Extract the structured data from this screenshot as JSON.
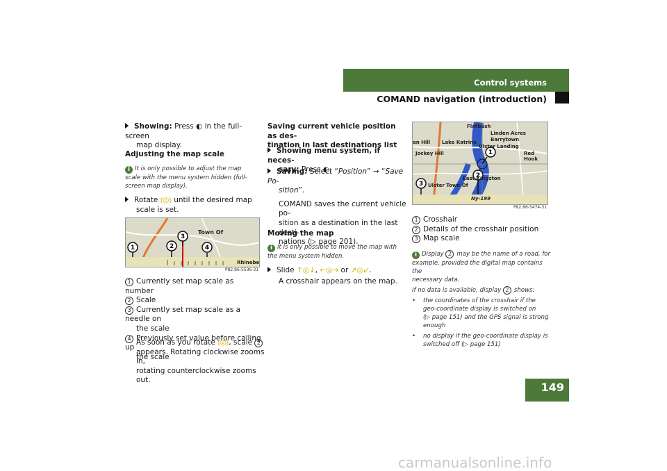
{
  "header": {
    "section": "Control systems",
    "title": "COMAND navigation (introduction)"
  },
  "page_number": "149",
  "col1": {
    "showing_label": "Showing:",
    "showing_text": "Press",
    "showing_text2": "in the full-screen",
    "showing_text3": "map display.",
    "heading": "Adjusting the map scale",
    "note": "It is only possible to adjust the map scale with the menu system hidden (full-screen map display).",
    "rotate_1": "Rotate",
    "rotate_2": "until the desired map",
    "rotate_3": "scale is set.",
    "figure_code": "P82.86-5536-31",
    "legend": [
      {
        "n": "1",
        "text": "Currently set map scale as number"
      },
      {
        "n": "2",
        "text": "Scale"
      },
      {
        "n": "3",
        "text": "Currently set map scale as a needle on"
      },
      {
        "n": "",
        "text": "the scale"
      },
      {
        "n": "4",
        "text": "Previously set value before calling up"
      },
      {
        "n": "",
        "text": "the scale"
      }
    ],
    "para_1": "As soon as you rotate",
    "para_2": ", scale",
    "para_3": "appears. Rotating clockwise zooms in,",
    "para_4": "rotating counterclockwise zooms out.",
    "map": {
      "town": "Town Of",
      "rhine": "Rhinebec"
    }
  },
  "col2": {
    "heading_1": "Saving current vehicle position as des-",
    "heading_2": "tination in last destinations list",
    "step1_1": "Showing menu system, if neces-",
    "step1_2": "sary:",
    "step1_3": "Press",
    "step2_label": "Saving:",
    "step2_1": "Select “",
    "step2_pos": "Position",
    "step2_2": "” → “",
    "step2_save": "Save Po-",
    "step2_3": "sition",
    "step2_4": "”.",
    "step2_p1": "COMAND saves the current vehicle po-",
    "step2_p2": "sition as a destination in the last desti-",
    "step2_p3": "nations (▷ page 201).",
    "heading_move": "Moving the map",
    "note_move": "It is only possible to move the map with the menu system hidden.",
    "slide_1": "Slide",
    "slide_2": ",",
    "slide_3": "or",
    "slide_4": ".",
    "slide_p": "A crosshair appears on the map."
  },
  "col3": {
    "figure_code": "P82.86-5474-31",
    "map": {
      "flatbush": "Flatbush",
      "linden": "Linden Acres",
      "barrytown": "Barrytown",
      "hill": "an Hill",
      "katrine": "Lake Katrine",
      "ulster": "Ulster Landing",
      "jockey": "Jockey Hill",
      "redhook": "Red Hook",
      "eastk": "East Kingston",
      "ulsterT": "Ulster Town Of",
      "ny": "Ny-199"
    },
    "legend": [
      {
        "n": "1",
        "text": "Crosshair"
      },
      {
        "n": "2",
        "text": "Details of the crosshair position"
      },
      {
        "n": "3",
        "text": "Map scale"
      }
    ],
    "note_1": "Display",
    "note_2": "may be the name of a road, for",
    "note_3": "example, provided the digital map contains the",
    "note_4": "necessary data.",
    "note_5": "If no data is available, display",
    "note_6": "shows:",
    "bullets": [
      [
        "the coordinates of the crosshair if the",
        "geo-coordinate display is switched on",
        "(▷ page 151) and the GPS signal is strong",
        "enough"
      ],
      [
        "no display if the geo-coordinate display is",
        "switched off (▷ page 151)"
      ]
    ]
  },
  "footer": {
    "site": "carmanualsonline.info"
  }
}
